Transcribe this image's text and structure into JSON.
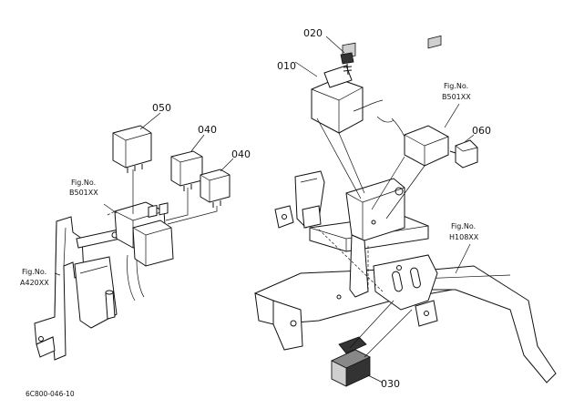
{
  "parts": [
    {
      "id": "p010",
      "label": "010"
    },
    {
      "id": "p020",
      "label": "020"
    },
    {
      "id": "p030",
      "label": "030"
    },
    {
      "id": "p040a",
      "label": "040"
    },
    {
      "id": "p040b",
      "label": "040"
    },
    {
      "id": "p050",
      "label": "050"
    },
    {
      "id": "p060",
      "label": "060"
    }
  ],
  "figure_refs": [
    {
      "id": "ref-b501xx-left",
      "caption": "Fig.No.",
      "code": "B501XX"
    },
    {
      "id": "ref-a420xx",
      "caption": "Fig.No.",
      "code": "A420XX"
    },
    {
      "id": "ref-b501xx-right",
      "caption": "Fig.No.",
      "code": "B501XX"
    },
    {
      "id": "ref-h108xx",
      "caption": "Fig.No.",
      "code": "H108XX"
    }
  ],
  "drawing_code": "6C800-046-10"
}
